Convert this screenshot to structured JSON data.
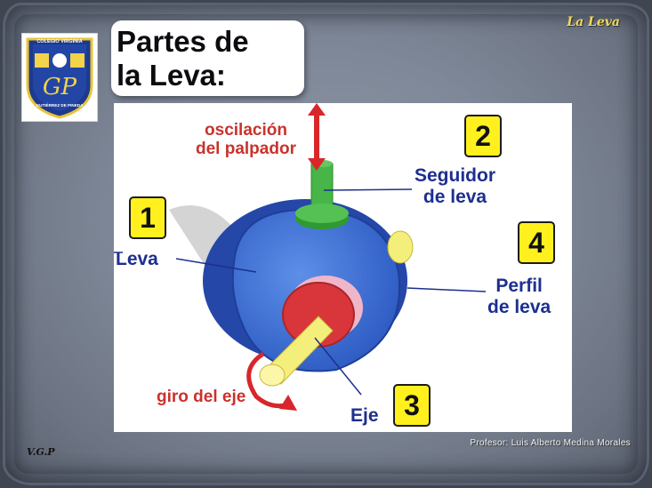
{
  "slide": {
    "title": "Partes de\nla Leva:",
    "corner_title": "La\nLeva",
    "credit": "Profesor: Luis Alberto Medina Morales",
    "initials": "V.G.P",
    "logo": {
      "text_top": "COLEGIO VIRGINIA",
      "text_bottom": "GUTIÉRREZ DE PINEDA",
      "monogram": "GP"
    }
  },
  "diagram": {
    "labels": {
      "oscillation": "oscilación\ndel palpador",
      "follower": "Seguidor\nde leva",
      "cam": "Leva",
      "profile": "Perfil\nde leva",
      "shaft": "Eje",
      "rotation": "giro del eje"
    },
    "badges": {
      "one": "1",
      "two": "2",
      "three": "3",
      "four": "4"
    }
  },
  "colors": {
    "cam_body": "#3a6fd8",
    "follower": "#3aa83a",
    "hub": "#d8363a",
    "shaft": "#f4ee7a",
    "arrow": "#d8262a",
    "badge": "#fff01e",
    "label_blue": "#1d2f8f"
  }
}
